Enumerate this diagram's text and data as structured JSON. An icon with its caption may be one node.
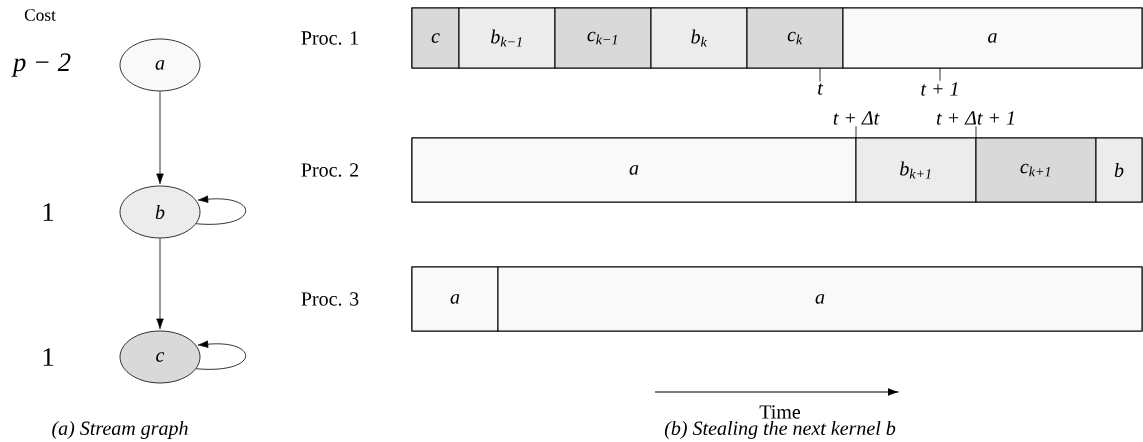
{
  "diagram": {
    "nodes": [
      {
        "text": [
          "a"
        ]
      },
      {
        "text": [
          "b"
        ]
      },
      {
        "text": [
          "c"
        ]
      },
      {
        "text": [
          "Proc. 1"
        ]
      },
      {
        "text": [
          "c"
        ],
        "in": 3
      },
      {
        "text": [
          "b$_{k−1}$"
        ],
        "in": 3
      },
      {
        "text": [
          "c$_{k−1}$"
        ],
        "in": 3
      },
      {
        "text": [
          "b$_{k}$"
        ],
        "in": 3
      },
      {
        "text": [
          "c$_{k}$"
        ],
        "in": 3
      },
      {
        "text": [
          "a"
        ],
        "in": 3
      },
      {
        "text": [
          "Proc. 2"
        ]
      },
      {
        "text": [
          "a"
        ],
        "in": 10
      },
      {
        "text": [
          "b$_{k+1}$"
        ],
        "in": 10
      },
      {
        "text": [
          "c$_{k+1}$"
        ],
        "in": 10
      },
      {
        "text": [
          "b"
        ],
        "in": 10
      },
      {
        "text": [
          "Proc. 3"
        ]
      },
      {
        "text": [
          "a"
        ],
        "in": 15
      },
      {
        "text": [
          "a"
        ],
        "in": 15
      },
      {
        "text": [
          "t"
        ]
      },
      {
        "text": [
          "t + 1"
        ]
      },
      {
        "text": [
          "t + Δt"
        ]
      },
      {
        "text": [
          "t + Δt + 1"
        ]
      }
    ],
    "edges": [
      {
        "from": 0,
        "to": 1,
        "arrow": "to"
      },
      {
        "from": 1,
        "to": 1,
        "arrow": "to"
      },
      {
        "from": 1,
        "to": 2,
        "arrow": "to"
      },
      {
        "from": 2,
        "to": 2,
        "arrow": "to"
      },
      {
        "from": 18,
        "to": 8,
        "arrow": "none"
      },
      {
        "from": 19,
        "to": 9,
        "arrow": "none"
      },
      {
        "from": 20,
        "to": 12,
        "arrow": "none"
      },
      {
        "from": 21,
        "to": 12,
        "arrow": "none"
      }
    ],
    "labels": [
      "Cost",
      "p − 2",
      "1",
      "1",
      "Time",
      "(a) Stream graph",
      "(b) Stealing the next kernel b"
    ]
  }
}
